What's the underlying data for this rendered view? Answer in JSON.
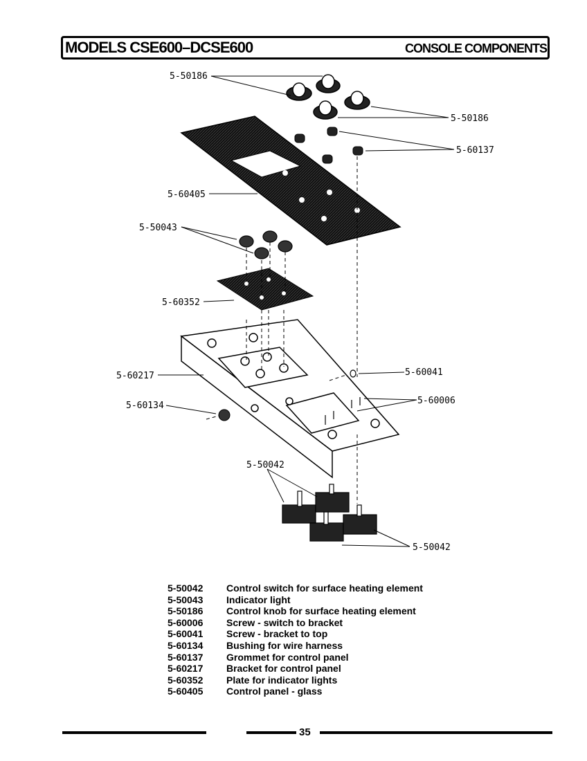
{
  "header": {
    "title_left": "MODELS CSE600–DCSE600",
    "title_right": "CONSOLE COMPONENTS"
  },
  "callouts": {
    "knob_top_left": "5-50186",
    "knob_right": "5-50186",
    "grommet": "5-60137",
    "panel_glass": "5-60405",
    "indicator_light": "5-50043",
    "indicator_plate": "5-60352",
    "bracket": "5-60217",
    "screw_top": "5-60041",
    "screw_switch": "5-60006",
    "bushing": "5-60134",
    "switch_top": "5-50042",
    "switch_right": "5-50042"
  },
  "parts": [
    {
      "number": "5-50042",
      "description": "Control switch for surface heating element"
    },
    {
      "number": "5-50043",
      "description": "Indicator light"
    },
    {
      "number": "5-50186",
      "description": "Control knob for surface heating element"
    },
    {
      "number": "5-60006",
      "description": "Screw - switch to bracket"
    },
    {
      "number": "5-60041",
      "description": "Screw - bracket to top"
    },
    {
      "number": "5-60134",
      "description": "Bushing for wire harness"
    },
    {
      "number": "5-60137",
      "description": "Grommet for control panel"
    },
    {
      "number": "5-60217",
      "description": "Bracket for control panel"
    },
    {
      "number": "5-60352",
      "description": "Plate for indicator lights"
    },
    {
      "number": "5-60405",
      "description": "Control panel - glass"
    }
  ],
  "footer": {
    "page_number": "35"
  }
}
